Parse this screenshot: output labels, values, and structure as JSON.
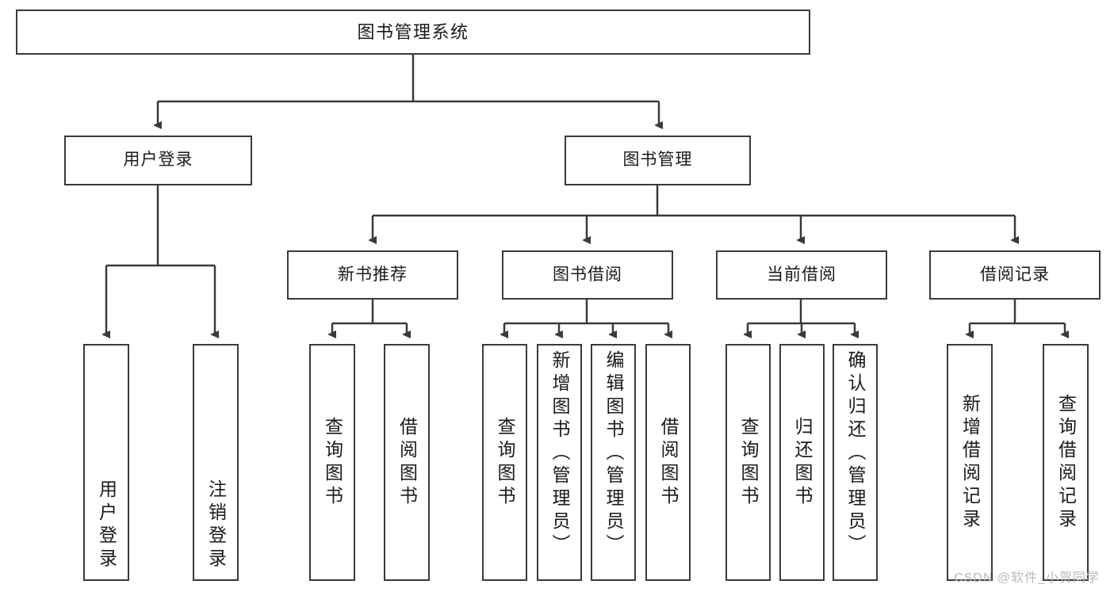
{
  "diagram": {
    "title": "图书管理系统",
    "watermark": "CSDN @软件_小贺同学",
    "stroke_color": "#3a3a3a",
    "text_color": "#1a1a1a",
    "background": "#ffffff",
    "nodes": {
      "root": "图书管理系统",
      "user_login": "用户登录",
      "book_manage": "图书管理",
      "new_book_rec": "新书推荐",
      "book_borrow": "图书借阅",
      "current_borrow": "当前借阅",
      "borrow_record": "借阅记录",
      "leaf_user_login": "用户登录",
      "leaf_logout": "注销登录",
      "leaf_query_book_1": "查询图书",
      "leaf_borrow_book_1": "借阅图书",
      "leaf_query_book_2": "查询图书",
      "leaf_add_book": "新增图书（管理员）",
      "leaf_edit_book": "编辑图书（管理员）",
      "leaf_borrow_book_2": "借阅图书",
      "leaf_query_book_3": "查询图书",
      "leaf_return_book": "归还图书",
      "leaf_confirm_return": "确认归还（管理员）",
      "leaf_add_record": "新增借阅记录",
      "leaf_query_record": "查询借阅记录"
    }
  }
}
